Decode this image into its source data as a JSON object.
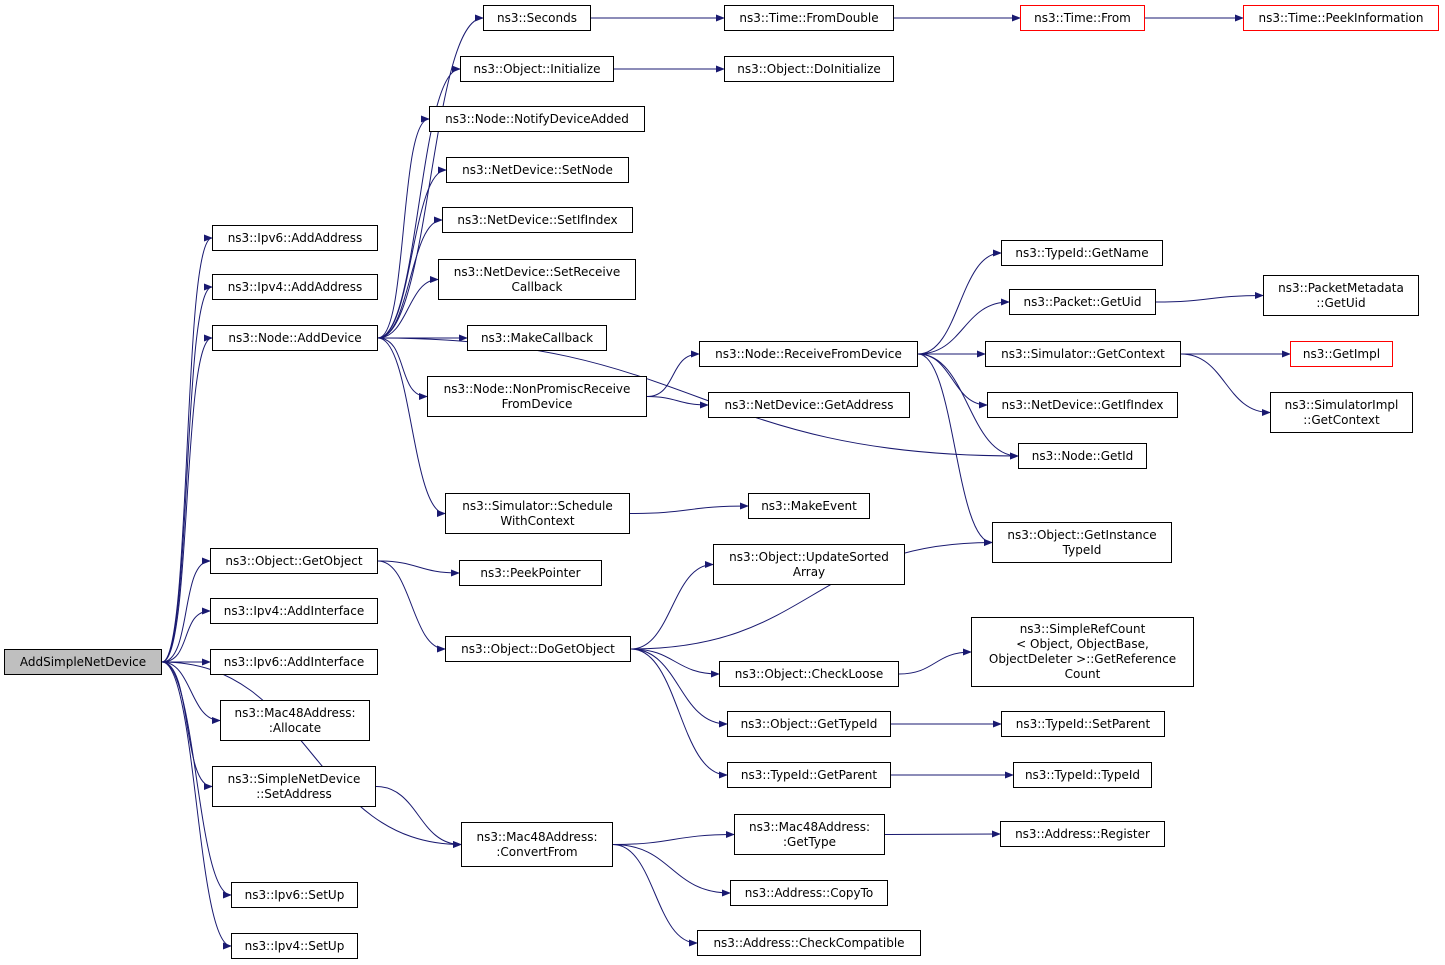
{
  "diagram": {
    "type": "call-graph",
    "edge_color": "#191970",
    "highlight_border_color": "#ff0000",
    "root_fill": "#bfbfbf",
    "nodes": [
      {
        "id": "root",
        "lines": [
          "AddSimpleNetDevice"
        ],
        "style": "root"
      },
      {
        "id": "ipv6-addaddress",
        "lines": [
          "ns3::Ipv6::AddAddress"
        ]
      },
      {
        "id": "ipv4-addaddress",
        "lines": [
          "ns3::Ipv4::AddAddress"
        ]
      },
      {
        "id": "node-adddevice",
        "lines": [
          "ns3::Node::AddDevice"
        ]
      },
      {
        "id": "object-getobject",
        "lines": [
          "ns3::Object::GetObject"
        ]
      },
      {
        "id": "ipv4-addinterface",
        "lines": [
          "ns3::Ipv4::AddInterface"
        ]
      },
      {
        "id": "ipv6-addinterface",
        "lines": [
          "ns3::Ipv6::AddInterface"
        ]
      },
      {
        "id": "mac48-allocate",
        "lines": [
          "ns3::Mac48Address:",
          ":Allocate"
        ]
      },
      {
        "id": "simplenetdevice-setaddress",
        "lines": [
          "ns3::SimpleNetDevice",
          "::SetAddress"
        ]
      },
      {
        "id": "ipv6-setup",
        "lines": [
          "ns3::Ipv6::SetUp"
        ]
      },
      {
        "id": "ipv4-setup",
        "lines": [
          "ns3::Ipv4::SetUp"
        ]
      },
      {
        "id": "seconds",
        "lines": [
          "ns3::Seconds"
        ]
      },
      {
        "id": "object-initialize",
        "lines": [
          "ns3::Object::Initialize"
        ]
      },
      {
        "id": "node-notifydeviceadded",
        "lines": [
          "ns3::Node::NotifyDeviceAdded"
        ]
      },
      {
        "id": "netdevice-setnode",
        "lines": [
          "ns3::NetDevice::SetNode"
        ]
      },
      {
        "id": "netdevice-setifindex",
        "lines": [
          "ns3::NetDevice::SetIfIndex"
        ]
      },
      {
        "id": "netdevice-setreceivecallback",
        "lines": [
          "ns3::NetDevice::SetReceive",
          "Callback"
        ]
      },
      {
        "id": "makecallback",
        "lines": [
          "ns3::MakeCallback"
        ]
      },
      {
        "id": "node-nonpromiscreceivefromdevice",
        "lines": [
          "ns3::Node::NonPromiscReceive",
          "FromDevice"
        ]
      },
      {
        "id": "simulator-schedulewithcontext",
        "lines": [
          "ns3::Simulator::Schedule",
          "WithContext"
        ]
      },
      {
        "id": "peekpointer",
        "lines": [
          "ns3::PeekPointer"
        ]
      },
      {
        "id": "object-dogetobject",
        "lines": [
          "ns3::Object::DoGetObject"
        ]
      },
      {
        "id": "mac48-convertfrom",
        "lines": [
          "ns3::Mac48Address:",
          ":ConvertFrom"
        ]
      },
      {
        "id": "time-fromdouble",
        "lines": [
          "ns3::Time::FromDouble"
        ]
      },
      {
        "id": "object-doinitialize",
        "lines": [
          "ns3::Object::DoInitialize"
        ]
      },
      {
        "id": "node-receivefromdevice",
        "lines": [
          "ns3::Node::ReceiveFromDevice"
        ]
      },
      {
        "id": "netdevice-getaddress",
        "lines": [
          "ns3::NetDevice::GetAddress"
        ]
      },
      {
        "id": "makeevent",
        "lines": [
          "ns3::MakeEvent"
        ]
      },
      {
        "id": "object-updatesortedarray",
        "lines": [
          "ns3::Object::UpdateSorted",
          "Array"
        ]
      },
      {
        "id": "object-checkloose",
        "lines": [
          "ns3::Object::CheckLoose"
        ]
      },
      {
        "id": "object-gettypeid",
        "lines": [
          "ns3::Object::GetTypeId"
        ]
      },
      {
        "id": "typeid-getparent",
        "lines": [
          "ns3::TypeId::GetParent"
        ]
      },
      {
        "id": "mac48-gettype",
        "lines": [
          "ns3::Mac48Address:",
          ":GetType"
        ]
      },
      {
        "id": "address-copyto",
        "lines": [
          "ns3::Address::CopyTo"
        ]
      },
      {
        "id": "address-checkcompatible",
        "lines": [
          "ns3::Address::CheckCompatible"
        ]
      },
      {
        "id": "time-from",
        "lines": [
          "ns3::Time::From"
        ],
        "style": "red"
      },
      {
        "id": "time-peekinformation",
        "lines": [
          "ns3::Time::PeekInformation"
        ],
        "style": "red"
      },
      {
        "id": "typeid-getname",
        "lines": [
          "ns3::TypeId::GetName"
        ]
      },
      {
        "id": "packet-getuid",
        "lines": [
          "ns3::Packet::GetUid"
        ]
      },
      {
        "id": "simulator-getcontext",
        "lines": [
          "ns3::Simulator::GetContext"
        ]
      },
      {
        "id": "netdevice-getifindex",
        "lines": [
          "ns3::NetDevice::GetIfIndex"
        ]
      },
      {
        "id": "node-getid",
        "lines": [
          "ns3::Node::GetId"
        ]
      },
      {
        "id": "object-getinstancetypeid",
        "lines": [
          "ns3::Object::GetInstance",
          "TypeId"
        ]
      },
      {
        "id": "simplerefcount-getreferencecount",
        "lines": [
          "ns3::SimpleRefCount",
          "< Object, ObjectBase,",
          " ObjectDeleter >::GetReference",
          "Count"
        ]
      },
      {
        "id": "typeid-setparent",
        "lines": [
          "ns3::TypeId::SetParent"
        ]
      },
      {
        "id": "typeid-typeid",
        "lines": [
          "ns3::TypeId::TypeId"
        ]
      },
      {
        "id": "address-register",
        "lines": [
          "ns3::Address::Register"
        ]
      },
      {
        "id": "packetmetadata-getuid",
        "lines": [
          "ns3::PacketMetadata",
          "::GetUid"
        ]
      },
      {
        "id": "getimpl",
        "lines": [
          "ns3::GetImpl"
        ],
        "style": "red"
      },
      {
        "id": "simulatorimpl-getcontext",
        "lines": [
          "ns3::SimulatorImpl",
          "::GetContext"
        ]
      }
    ],
    "edges": [
      [
        "root",
        "ipv6-addaddress"
      ],
      [
        "root",
        "ipv4-addaddress"
      ],
      [
        "root",
        "node-adddevice"
      ],
      [
        "root",
        "object-getobject"
      ],
      [
        "root",
        "ipv4-addinterface"
      ],
      [
        "root",
        "ipv6-addinterface"
      ],
      [
        "root",
        "mac48-allocate"
      ],
      [
        "root",
        "simplenetdevice-setaddress"
      ],
      [
        "root",
        "mac48-convertfrom"
      ],
      [
        "root",
        "ipv6-setup"
      ],
      [
        "root",
        "ipv4-setup"
      ],
      [
        "node-adddevice",
        "seconds"
      ],
      [
        "node-adddevice",
        "object-initialize"
      ],
      [
        "node-adddevice",
        "node-notifydeviceadded"
      ],
      [
        "node-adddevice",
        "netdevice-setnode"
      ],
      [
        "node-adddevice",
        "netdevice-setifindex"
      ],
      [
        "node-adddevice",
        "netdevice-setreceivecallback"
      ],
      [
        "node-adddevice",
        "makecallback"
      ],
      [
        "node-adddevice",
        "node-nonpromiscreceivefromdevice"
      ],
      [
        "node-adddevice",
        "node-getid"
      ],
      [
        "node-adddevice",
        "simulator-schedulewithcontext"
      ],
      [
        "seconds",
        "time-fromdouble"
      ],
      [
        "time-fromdouble",
        "time-from"
      ],
      [
        "time-from",
        "time-peekinformation"
      ],
      [
        "object-initialize",
        "object-doinitialize"
      ],
      [
        "node-nonpromiscreceivefromdevice",
        "node-receivefromdevice"
      ],
      [
        "node-nonpromiscreceivefromdevice",
        "netdevice-getaddress"
      ],
      [
        "node-receivefromdevice",
        "typeid-getname"
      ],
      [
        "node-receivefromdevice",
        "packet-getuid"
      ],
      [
        "node-receivefromdevice",
        "simulator-getcontext"
      ],
      [
        "node-receivefromdevice",
        "netdevice-getifindex"
      ],
      [
        "node-receivefromdevice",
        "node-getid"
      ],
      [
        "node-receivefromdevice",
        "object-getinstancetypeid"
      ],
      [
        "packet-getuid",
        "packetmetadata-getuid"
      ],
      [
        "simulator-getcontext",
        "getimpl"
      ],
      [
        "simulator-getcontext",
        "simulatorimpl-getcontext"
      ],
      [
        "simulator-schedulewithcontext",
        "makeevent"
      ],
      [
        "object-getobject",
        "peekpointer"
      ],
      [
        "object-getobject",
        "object-dogetobject"
      ],
      [
        "object-dogetobject",
        "object-updatesortedarray"
      ],
      [
        "object-dogetobject",
        "object-getinstancetypeid"
      ],
      [
        "object-dogetobject",
        "object-checkloose"
      ],
      [
        "object-dogetobject",
        "object-gettypeid"
      ],
      [
        "object-dogetobject",
        "typeid-getparent"
      ],
      [
        "object-checkloose",
        "simplerefcount-getreferencecount"
      ],
      [
        "object-gettypeid",
        "typeid-setparent"
      ],
      [
        "typeid-getparent",
        "typeid-typeid"
      ],
      [
        "simplenetdevice-setaddress",
        "mac48-convertfrom"
      ],
      [
        "mac48-convertfrom",
        "mac48-gettype"
      ],
      [
        "mac48-convertfrom",
        "address-copyto"
      ],
      [
        "mac48-convertfrom",
        "address-checkcompatible"
      ],
      [
        "mac48-gettype",
        "address-register"
      ]
    ]
  }
}
